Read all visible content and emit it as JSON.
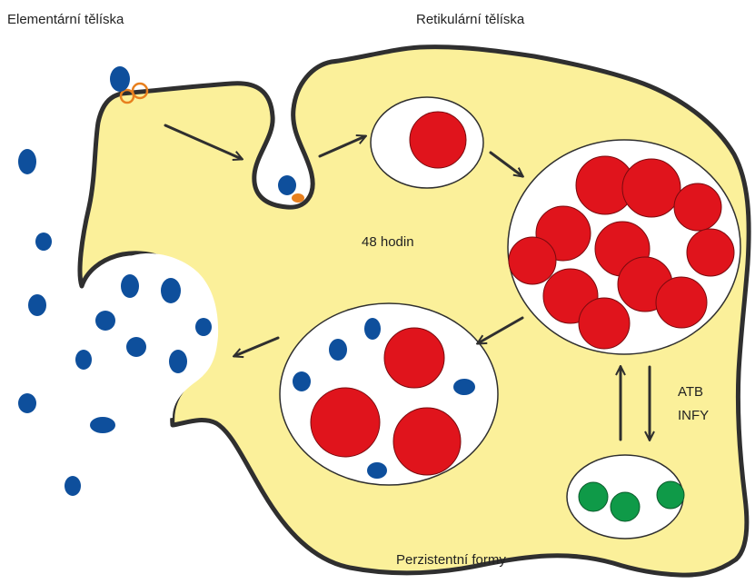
{
  "labels": {
    "elementary_bodies": "Elementární tělíska",
    "reticular_bodies": "Retikulární tělíska",
    "duration": "48 hodin",
    "atb": "ATB",
    "infy": "INFY",
    "persistent_forms": "Perzistentní formy"
  },
  "colors": {
    "cell_fill": "#fbf09a",
    "cell_outline": "#2f2f2f",
    "vacuole_fill": "#ffffff",
    "elementary_body": "#0e4f9c",
    "reticular_body": "#e0141c",
    "persistent_form": "#0f9a48",
    "receptor": "#e8801e",
    "arrow": "#2f2f2f"
  }
}
